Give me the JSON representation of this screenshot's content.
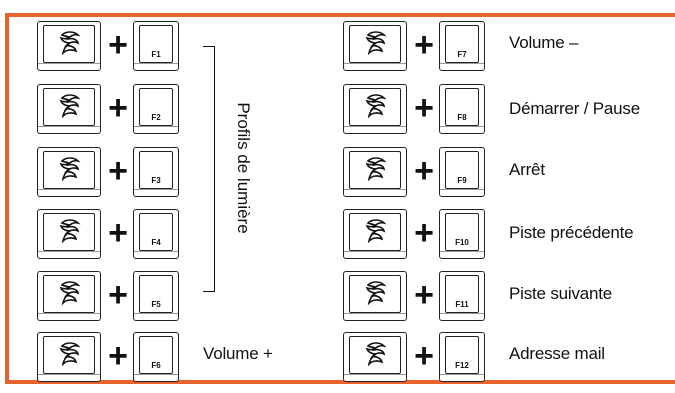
{
  "header_text": "",
  "left_column": [
    {
      "fn": "F1"
    },
    {
      "fn": "F2"
    },
    {
      "fn": "F3"
    },
    {
      "fn": "F4"
    },
    {
      "fn": "F5"
    },
    {
      "fn": "F6",
      "label": "Volume +"
    }
  ],
  "left_group_label": "Profils de lumière",
  "right_column": [
    {
      "fn": "F7",
      "label": "Volume –"
    },
    {
      "fn": "F8",
      "label": "Démarrer / Pause"
    },
    {
      "fn": "F9",
      "label": "Arrêt"
    },
    {
      "fn": "F10",
      "label": "Piste précédente"
    },
    {
      "fn": "F11",
      "label": "Piste suivante"
    },
    {
      "fn": "F12",
      "label": "Adresse mail"
    }
  ],
  "plus_sign": "+",
  "colors": {
    "accent": "#e8632b",
    "ink": "#111111"
  },
  "icons": {
    "logo_key": "swirl-logo-icon"
  }
}
